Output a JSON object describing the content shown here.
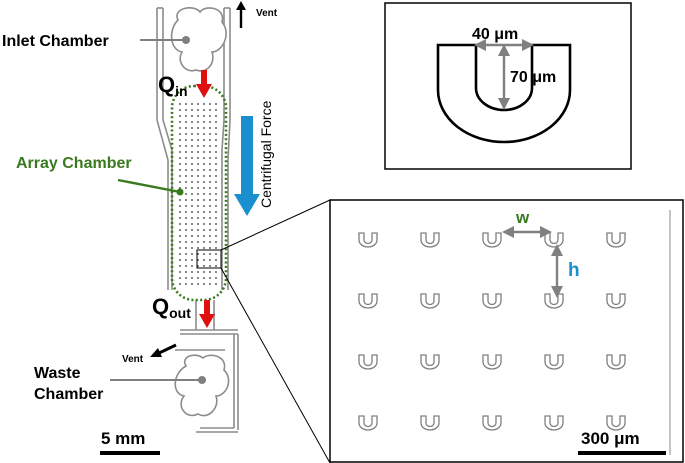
{
  "labels": {
    "inlet_chamber": "Inlet Chamber",
    "array_chamber": "Array Chamber",
    "waste_chamber_1": "Waste",
    "waste_chamber_2": "Chamber",
    "vent_top": "Vent",
    "vent_bottom": "Vent",
    "q_in": "Q",
    "q_in_sub": "in",
    "q_out": "Q",
    "q_out_sub": "out",
    "centrifugal_force": "Centrifugal Force",
    "scale_left": "5 mm",
    "scale_right": "300 μm",
    "dim_width": "40 μm",
    "dim_height": "70 μm",
    "spacing_w": "w",
    "spacing_h": "h"
  },
  "colors": {
    "flow_arrow": "#e01010",
    "force_arrow": "#1a8fd0",
    "array_chamber": "#3a7a1f",
    "dimension": "#808080",
    "outline": "#808080"
  },
  "array_grid": {
    "rows": 4,
    "cols": 5
  }
}
